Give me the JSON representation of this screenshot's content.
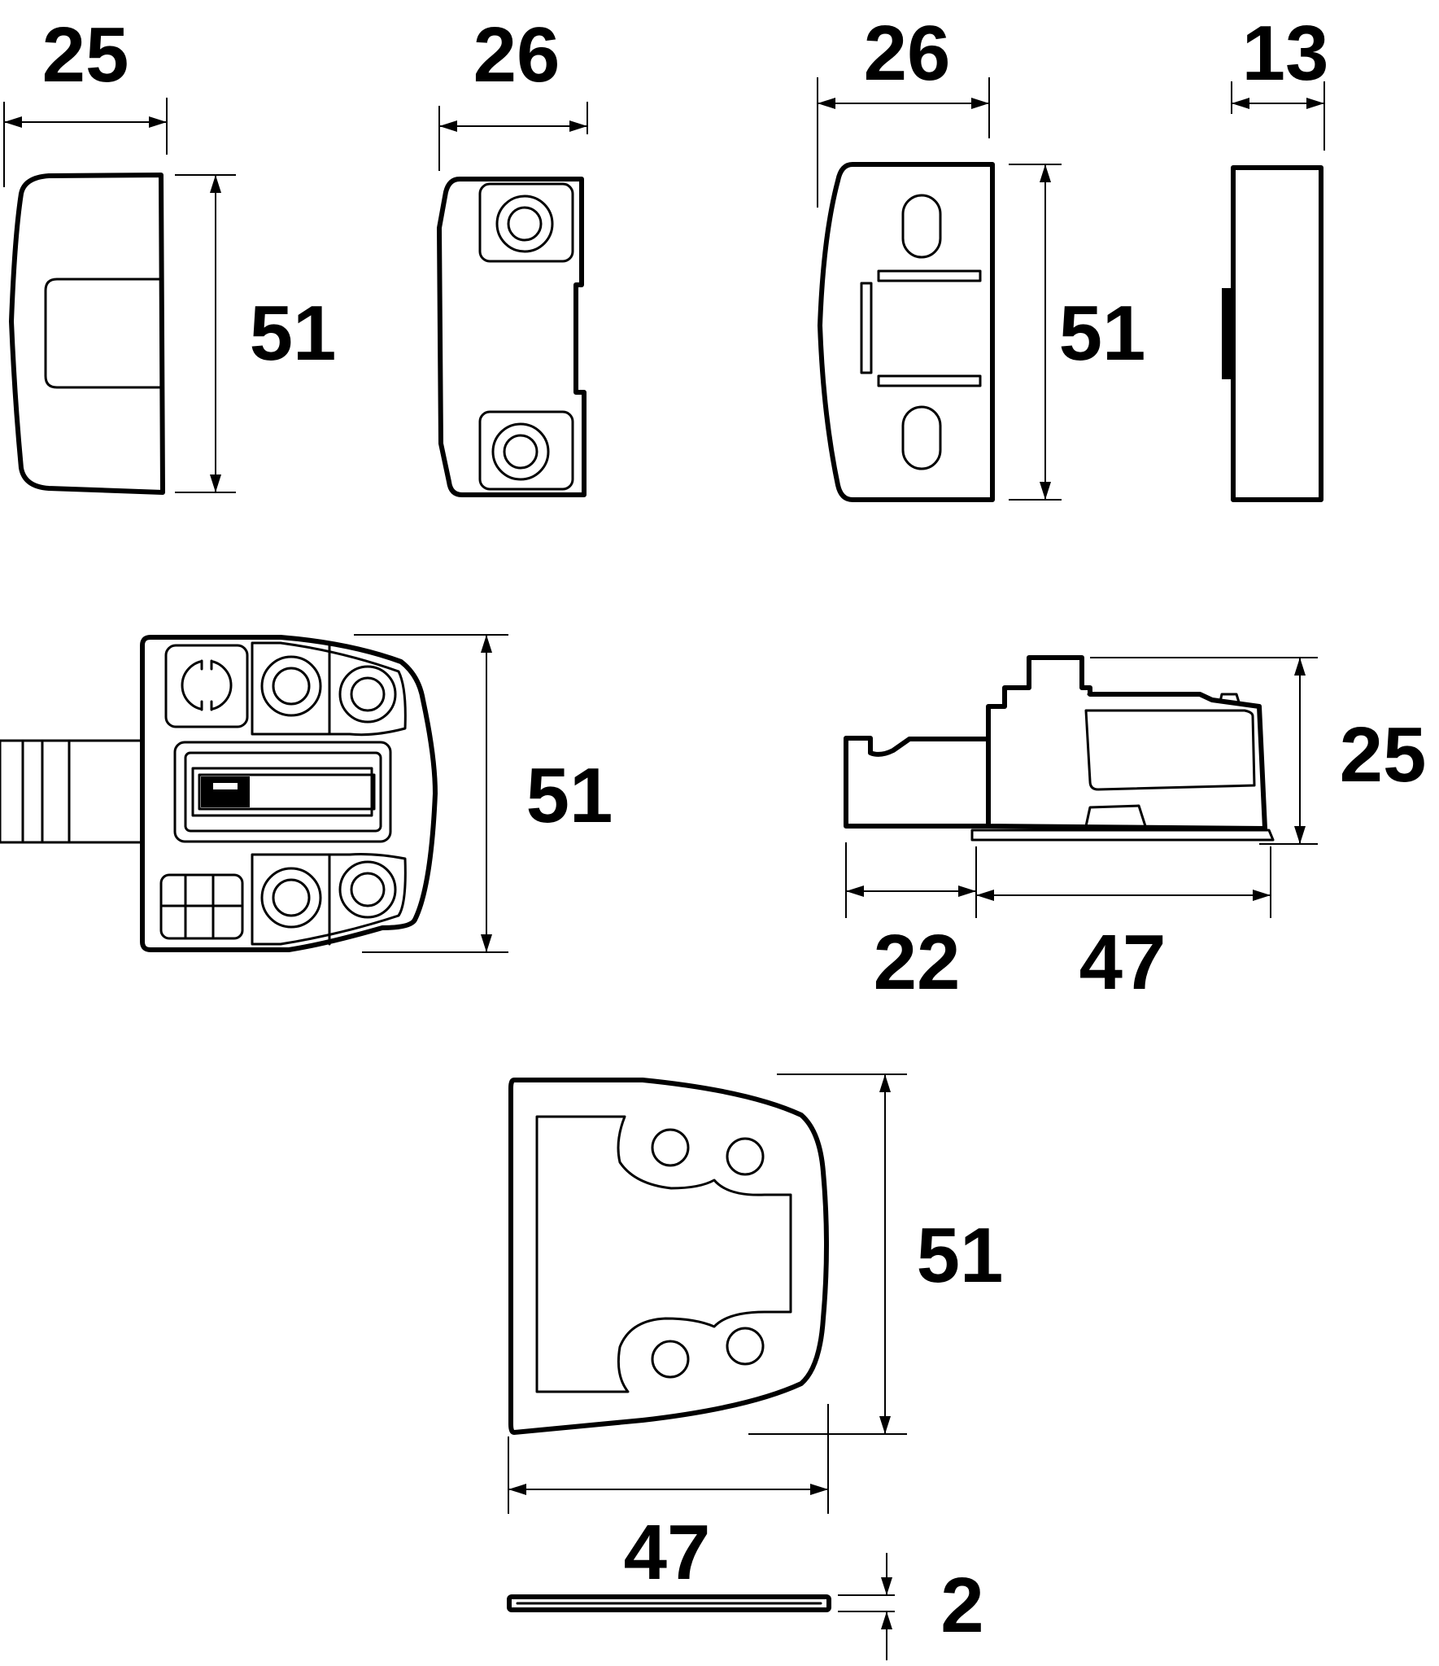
{
  "dimensions": {
    "top_view_1_width": "25",
    "top_view_1_height": "51",
    "top_view_2_width": "26",
    "top_view_3_width": "26",
    "top_view_3_height": "51",
    "top_view_4_width": "13",
    "middle_left_height": "51",
    "middle_right_height": "25",
    "middle_right_left_length": "22",
    "middle_right_right_length": "47",
    "bottom_plate_height": "51",
    "bottom_plate_width": "47",
    "bottom_strip_thickness": "2"
  },
  "colors": {
    "line": "#000000",
    "background": "#ffffff"
  }
}
